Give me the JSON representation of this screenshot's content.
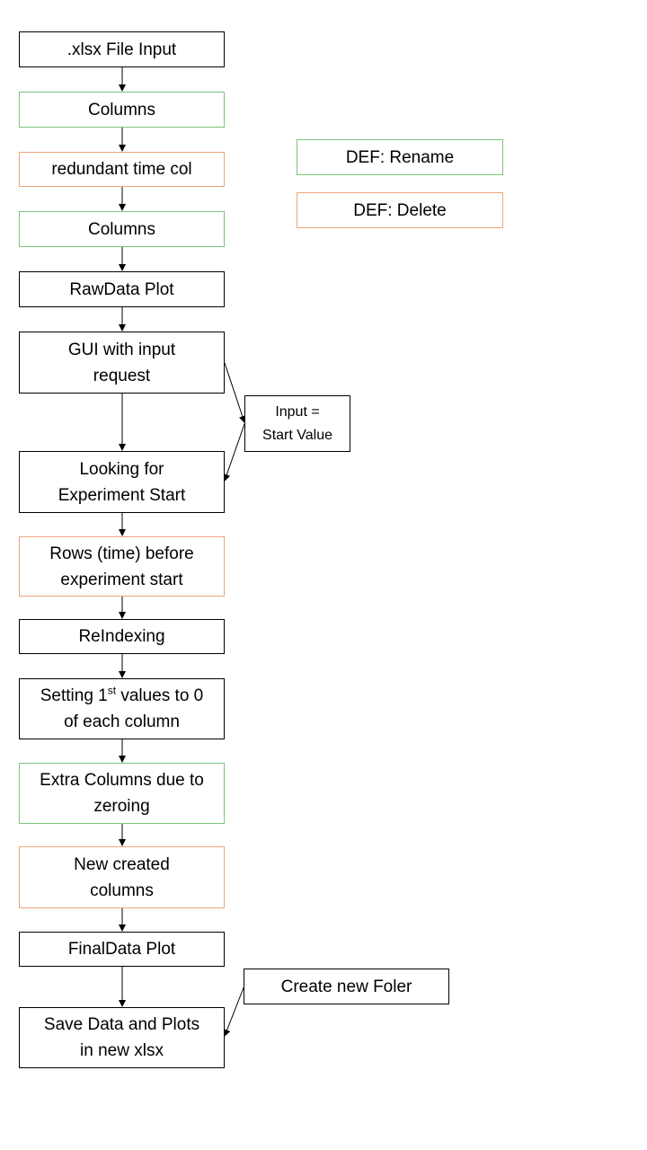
{
  "boxes": {
    "file_input": ".xlsx File Input",
    "columns_1": "Columns",
    "redundant_time": "redundant time col",
    "columns_2": "Columns",
    "rawdata_plot": "RawData Plot",
    "gui": [
      "GUI with input",
      "request"
    ],
    "looking": [
      "Looking for",
      "Experiment Start"
    ],
    "rows_before": [
      "Rows (time) before",
      "experiment start"
    ],
    "reindexing": "ReIndexing",
    "setting": {
      "pre": "Setting 1",
      "sup": "st",
      "post": " values to 0",
      "line2": "of each column"
    },
    "extra_columns": [
      "Extra Columns due to",
      "zeroing"
    ],
    "new_created": [
      "New created",
      "columns"
    ],
    "finaldata_plot": "FinalData Plot",
    "save": [
      "Save Data and Plots",
      "in new xlsx"
    ],
    "input_start": [
      "Input =",
      "Start Value"
    ],
    "create_folder": "Create new Foler"
  },
  "legend": {
    "rename": "DEF: Rename",
    "delete": "DEF: Delete"
  },
  "colors": {
    "rename_border": "#7cc47a",
    "delete_border": "#f0a47a",
    "default_border": "#000000"
  }
}
